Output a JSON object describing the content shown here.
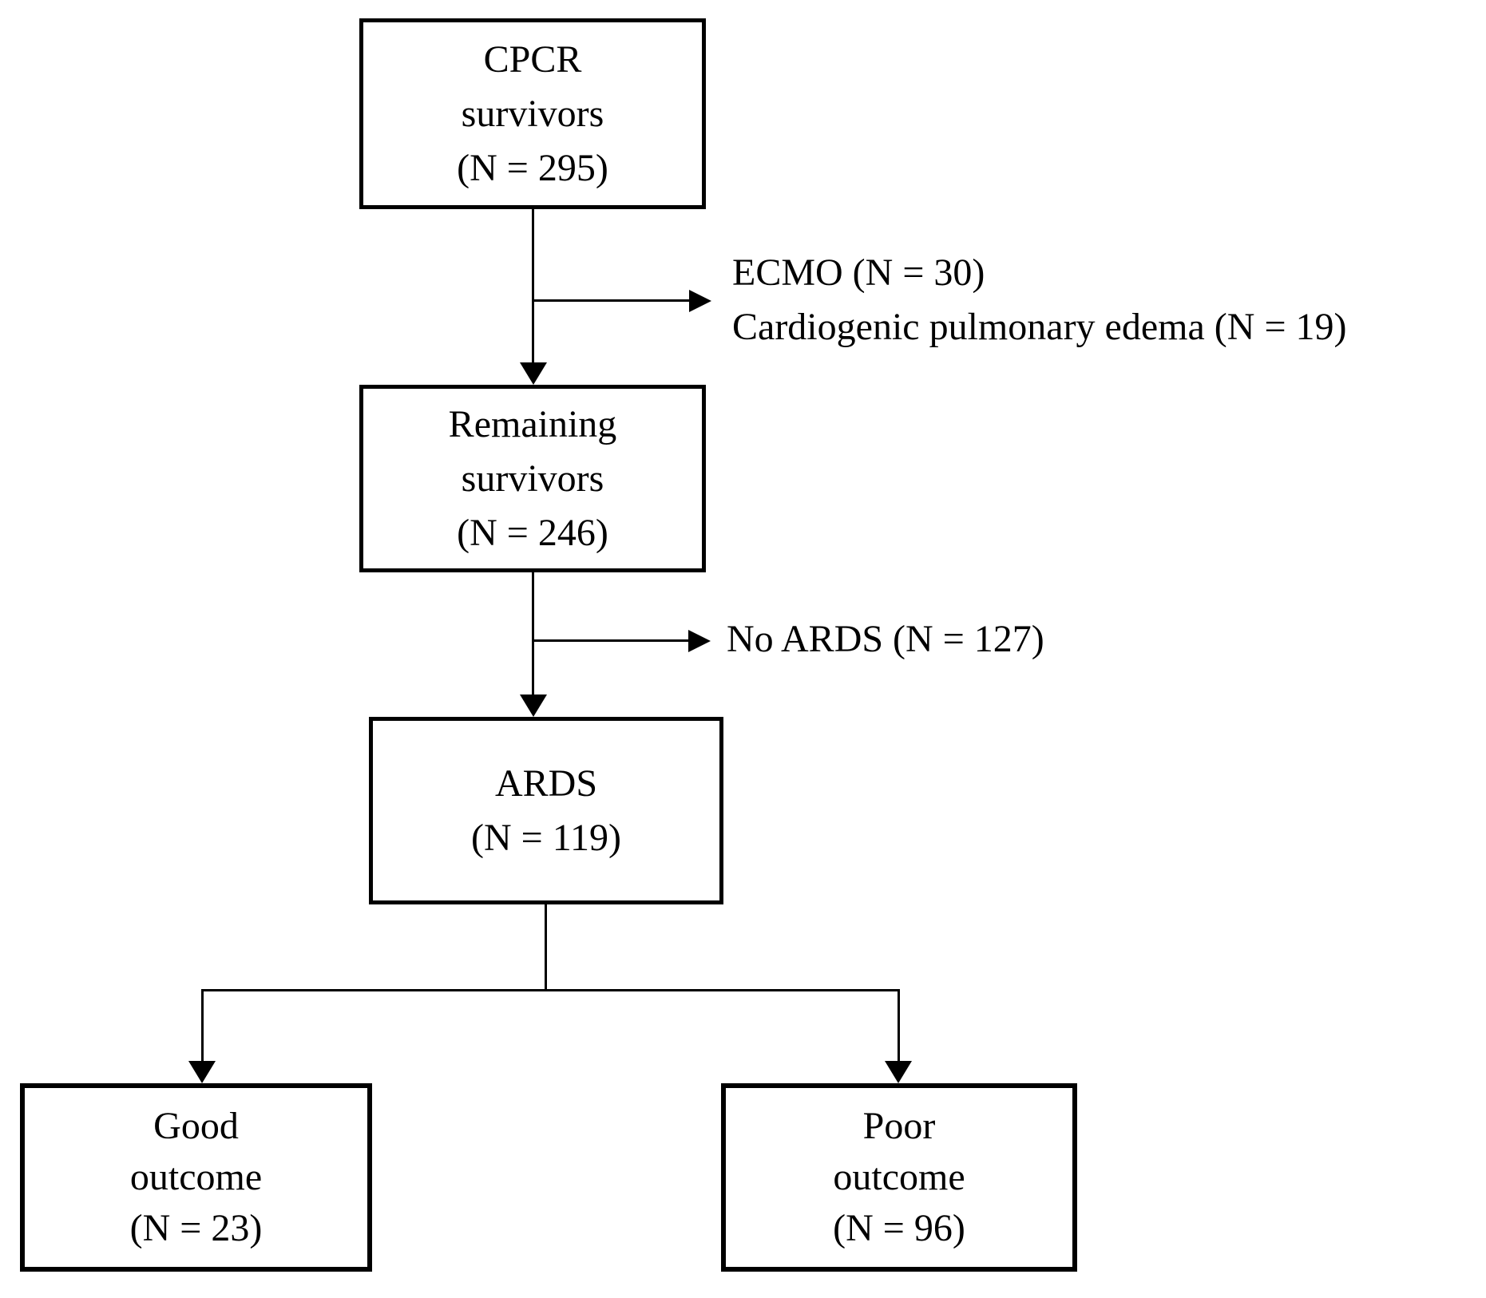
{
  "flowchart": {
    "background_color": "#ffffff",
    "line_color": "#000000",
    "text_color": "#000000",
    "nodes": {
      "cpcr_survivors": {
        "lines": [
          "CPCR",
          "survivors",
          "(N = 295)"
        ]
      },
      "remaining_survivors": {
        "lines": [
          "Remaining",
          "survivors",
          "(N = 246)"
        ]
      },
      "ards": {
        "lines": [
          "ARDS",
          "(N = 119)"
        ]
      },
      "good_outcome": {
        "lines": [
          "Good",
          "outcome",
          "(N = 23)"
        ]
      },
      "poor_outcome": {
        "lines": [
          "Poor",
          "outcome",
          "(N = 96)"
        ]
      }
    },
    "exclusion_labels": {
      "after_cpcr": {
        "lines": [
          "ECMO (N = 30)",
          "Cardiogenic pulmonary edema (N = 19)"
        ]
      },
      "after_remaining": {
        "lines": [
          "No ARDS (N = 127)"
        ]
      }
    },
    "edges": [
      {
        "from": "cpcr_survivors",
        "to": "remaining_survivors",
        "type": "flow"
      },
      {
        "from": "cpcr_survivors",
        "to": "after_cpcr",
        "type": "exclusion"
      },
      {
        "from": "remaining_survivors",
        "to": "ards",
        "type": "flow"
      },
      {
        "from": "remaining_survivors",
        "to": "after_remaining",
        "type": "exclusion"
      },
      {
        "from": "ards",
        "to": "good_outcome",
        "type": "flow"
      },
      {
        "from": "ards",
        "to": "poor_outcome",
        "type": "flow"
      }
    ]
  }
}
